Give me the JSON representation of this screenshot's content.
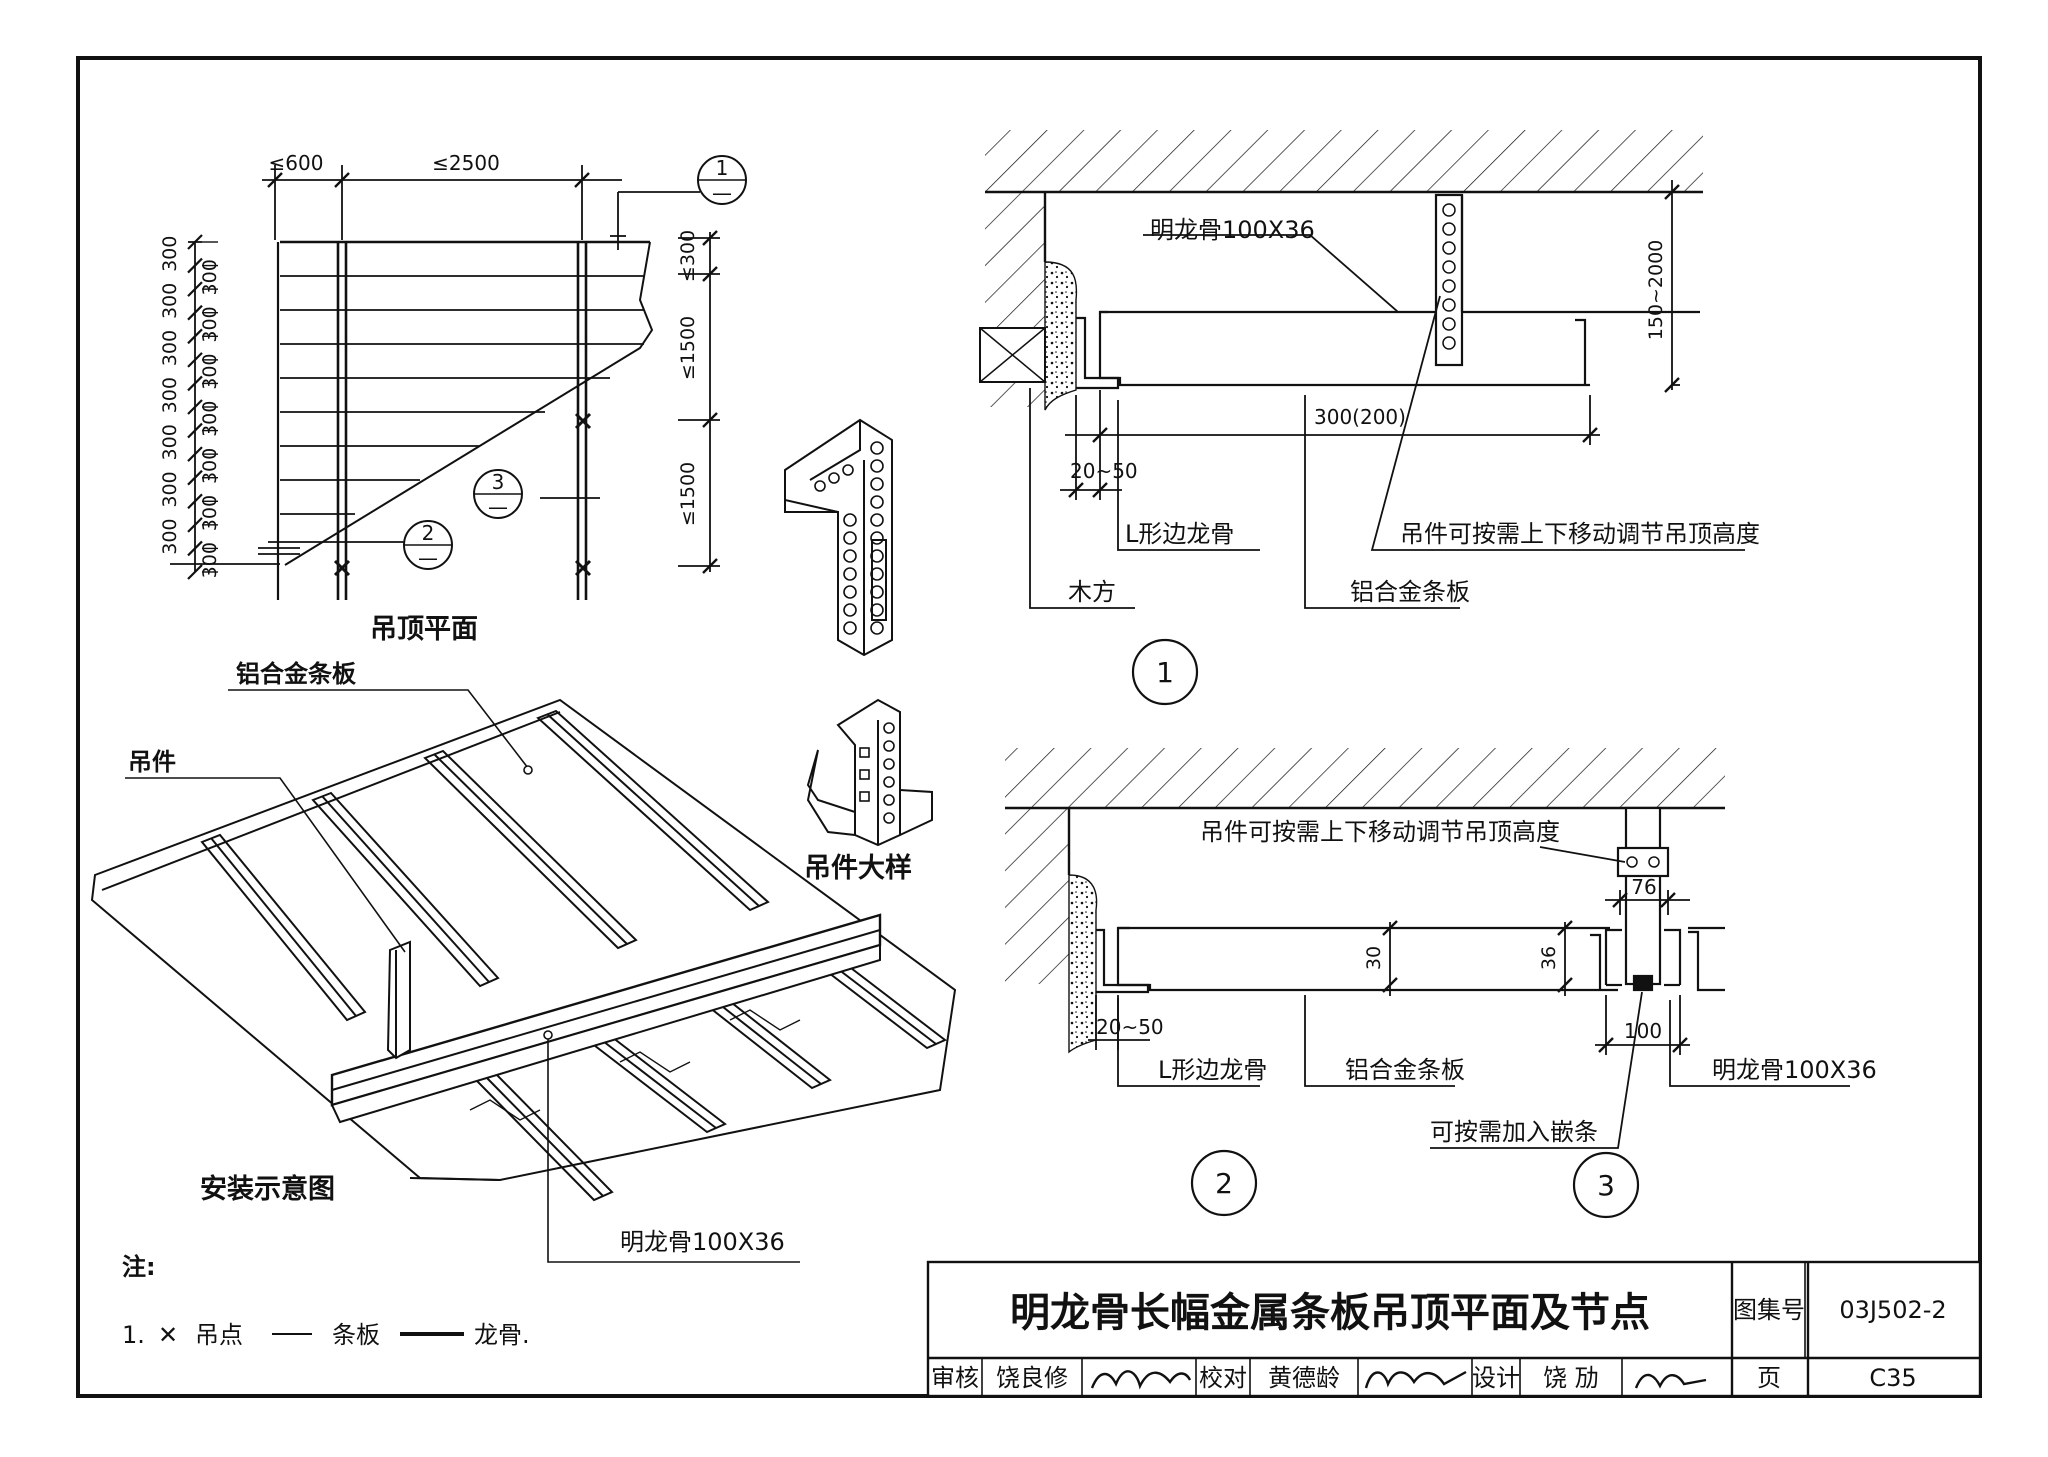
{
  "plan": {
    "caption": "吊顶平面",
    "dim_top_a": "≤600",
    "dim_top_b": "≤2500",
    "dim_left_rows": [
      "300",
      "300",
      "300",
      "300",
      "300",
      "300",
      "300",
      "300",
      "300",
      "300",
      "300",
      "300",
      "300",
      "300"
    ],
    "dim_right_a": "≤300",
    "dim_right_b": "≤1500",
    "dim_right_c": "≤1500",
    "callout_1": "1",
    "callout_2": "2",
    "callout_3": "3",
    "callout_sub": "—"
  },
  "hanger_detail": {
    "caption": "吊件大样"
  },
  "install": {
    "caption": "安装示意图",
    "label_panel": "铝合金条板",
    "label_hanger": "吊件",
    "label_keel": "明龙骨100X36"
  },
  "detail1": {
    "number": "1",
    "label_keel": "明龙骨100X36",
    "dim_height": "150~2000",
    "dim_span": "300(200)",
    "dim_edge": "20~50",
    "label_lkeel": "L形边龙骨",
    "label_adjust": "吊件可按需上下移动调节吊顶高度",
    "label_wood": "木方",
    "label_panel": "铝合金条板"
  },
  "detail2": {
    "number": "2",
    "label_adjust": "吊件可按需上下移动调节吊顶高度",
    "dim_76": "76",
    "dim_30": "30",
    "dim_36": "36",
    "dim_100": "100",
    "dim_edge": "20~50",
    "label_lkeel": "L形边龙骨",
    "label_panel": "铝合金条板",
    "label_keel": "明龙骨100X36",
    "label_strip": "可按需加入嵌条"
  },
  "detail3": {
    "number": "3"
  },
  "notes": {
    "heading": "注:",
    "line_prefix": "1.",
    "mark": "✕",
    "item_1": "吊点",
    "item_2": "条板",
    "item_3": "龙骨."
  },
  "title_block": {
    "title": "明龙骨长幅金属条板吊顶平面及节点",
    "atlas_label": "图集号",
    "atlas_no": "03J502-2",
    "review_label": "审核",
    "reviewer": "饶良修",
    "check_label": "校对",
    "checker": "黄德龄",
    "design_label": "设计",
    "designer": "饶 劢",
    "page_label": "页",
    "page_no": "C35"
  },
  "colors": {
    "ink": "#111111",
    "paper": "#ffffff",
    "fill": "#d9d9d9"
  }
}
